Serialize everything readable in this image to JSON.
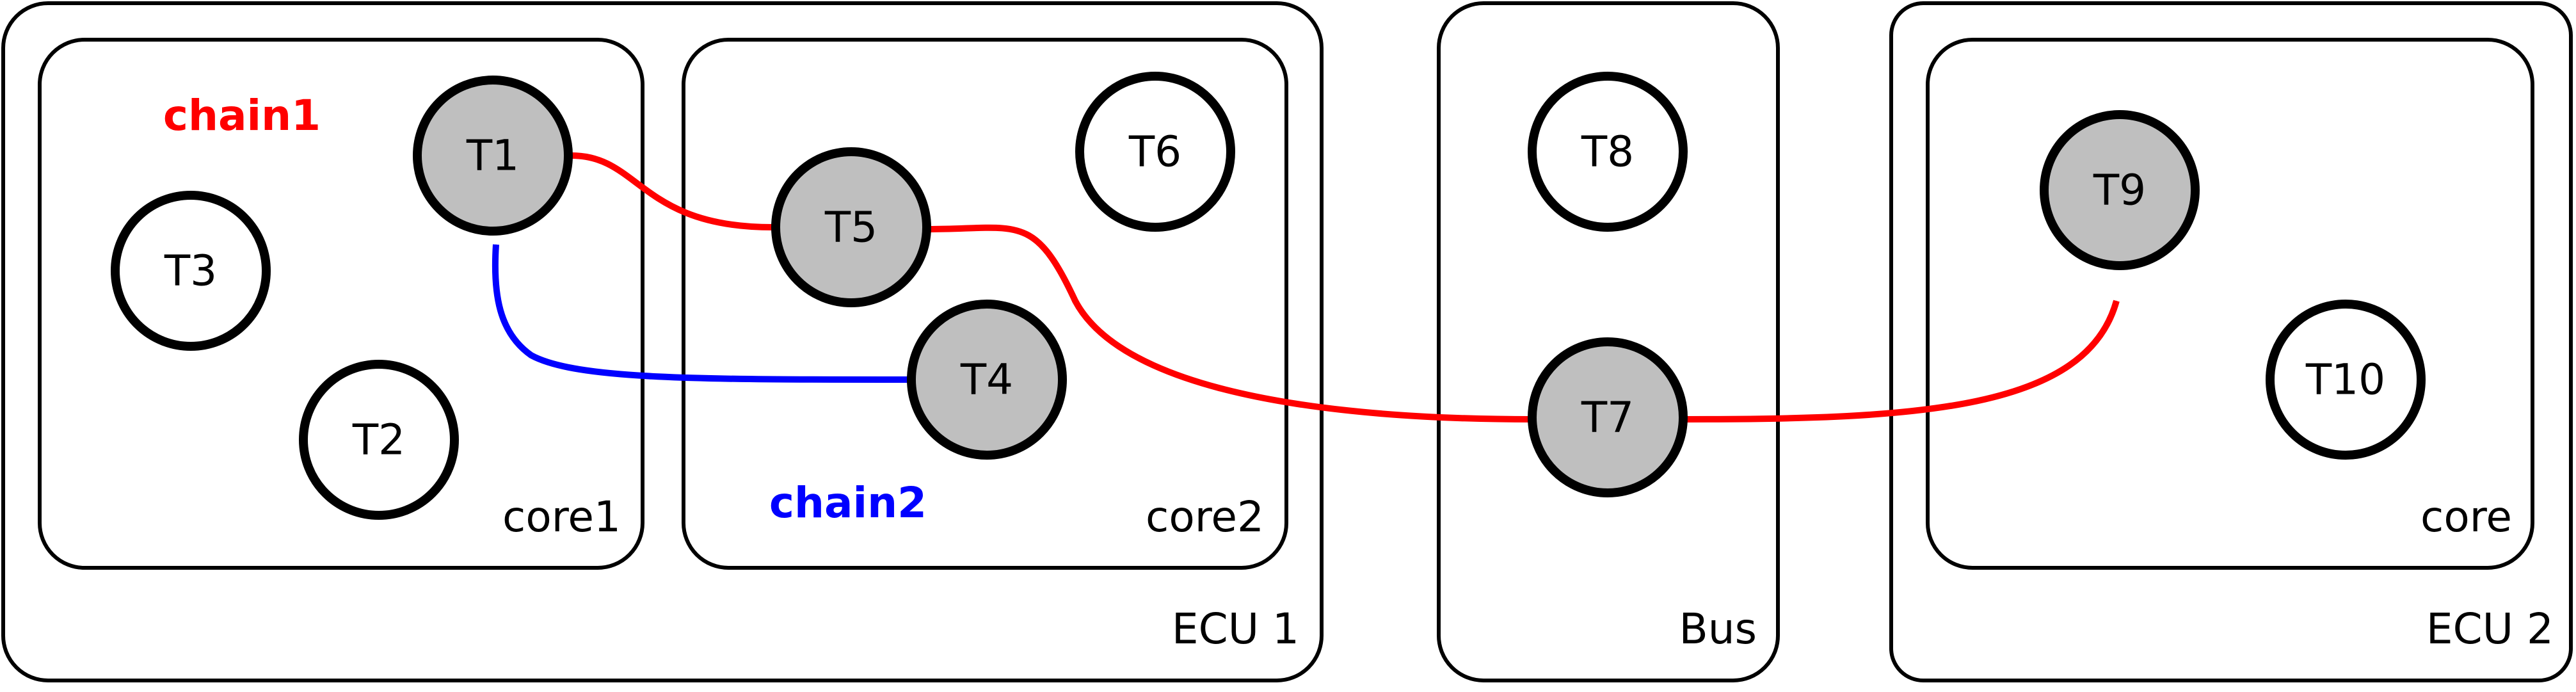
{
  "containers": {
    "ecu1": "ECU 1",
    "bus": "Bus",
    "ecu2": "ECU 2",
    "core1": "core1",
    "core2": "core2",
    "core": "core"
  },
  "chains": {
    "chain1": "chain1",
    "chain2": "chain2"
  },
  "tasks": {
    "t1": "T1",
    "t2": "T2",
    "t3": "T3",
    "t4": "T4",
    "t5": "T5",
    "t6": "T6",
    "t7": "T7",
    "t8": "T8",
    "t9": "T9",
    "t10": "T10"
  },
  "colors": {
    "chain1": "#ff0000",
    "chain2": "#0000ff",
    "chain_task_fill": "#bfbfbf",
    "task_fill": "#ffffff",
    "stroke": "#000000"
  }
}
